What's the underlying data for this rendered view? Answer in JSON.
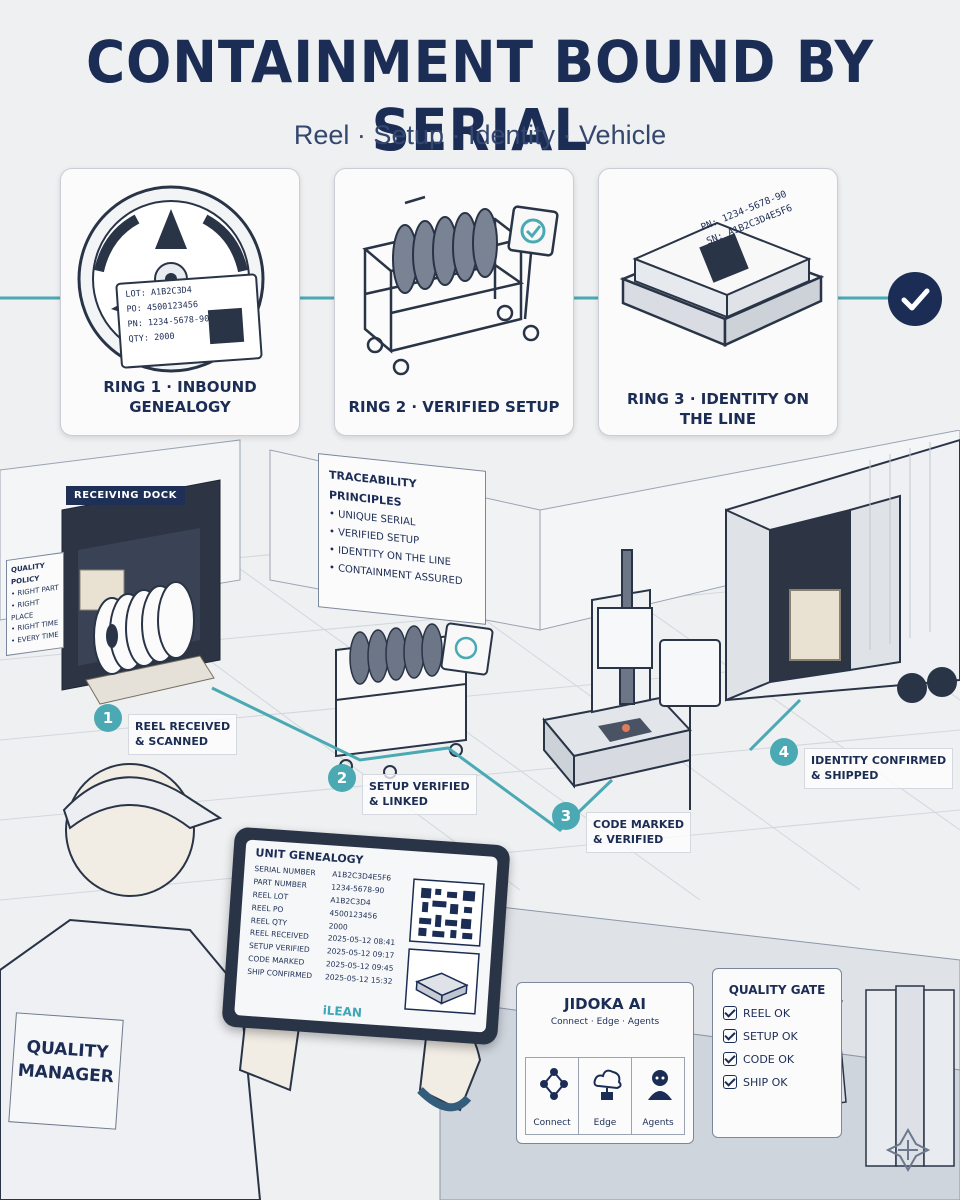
{
  "header": {
    "title": "CONTAINMENT BOUND BY SERIAL",
    "subtitle": "Reel · Setup · Identity · Vehicle"
  },
  "rings": [
    {
      "label": "RING 1 · INBOUND GENEALOGY"
    },
    {
      "label": "RING 2 · VERIFIED SETUP"
    },
    {
      "label": "RING 3 · IDENTITY ON THE LINE"
    }
  ],
  "reel_tag": {
    "lot": "LOT: A1B2C3D4",
    "po": "PO: 4500123456",
    "pn": "PN: 1234-5678-90",
    "qty": "QTY: 2000"
  },
  "module_marking": {
    "pn": "PN: 1234-5678-90",
    "sn": "SN: A1B2C3D4E5F6"
  },
  "scene": {
    "dock_sign": "RECEIVING DOCK",
    "quality_policy": {
      "title": "QUALITY POLICY",
      "items": [
        "• RIGHT PART",
        "• RIGHT PLACE",
        "• RIGHT TIME",
        "• EVERY TIME"
      ]
    },
    "principles": {
      "title": "TRACEABILITY PRINCIPLES",
      "items": [
        "• UNIQUE SERIAL",
        "• VERIFIED SETUP",
        "• IDENTITY ON THE LINE",
        "• CONTAINMENT ASSURED"
      ]
    }
  },
  "steps": [
    {
      "num": "1",
      "line1": "REEL RECEIVED",
      "line2": "& SCANNED"
    },
    {
      "num": "2",
      "line1": "SETUP VERIFIED",
      "line2": "& LINKED"
    },
    {
      "num": "3",
      "line1": "CODE MARKED",
      "line2": "& VERIFIED"
    },
    {
      "num": "4",
      "line1": "IDENTITY CONFIRMED",
      "line2": "& SHIPPED"
    }
  ],
  "tablet": {
    "title": "UNIT GENEALOGY",
    "rows": [
      {
        "k": "SERIAL NUMBER",
        "v": "A1B2C3D4E5F6"
      },
      {
        "k": "PART NUMBER",
        "v": "1234-5678-90"
      },
      {
        "k": "REEL LOT",
        "v": "A1B2C3D4"
      },
      {
        "k": "REEL PO",
        "v": "4500123456"
      },
      {
        "k": "REEL QTY",
        "v": "2000"
      },
      {
        "k": "REEL RECEIVED",
        "v": "2025-05-12 08:41"
      },
      {
        "k": "SETUP VERIFIED",
        "v": "2025-05-12 09:17"
      },
      {
        "k": "CODE MARKED",
        "v": "2025-05-12 09:45"
      },
      {
        "k": "SHIP CONFIRMED",
        "v": "2025-05-12 15:32"
      }
    ],
    "brand": "iLEAN"
  },
  "jidoka": {
    "title": "JIDOKA AI",
    "subtitle": "Connect · Edge · Agents",
    "cols": [
      "Connect",
      "Edge",
      "Agents"
    ]
  },
  "quality_gate": {
    "title": "QUALITY GATE",
    "items": [
      "REEL OK",
      "SETUP OK",
      "CODE OK",
      "SHIP OK"
    ]
  },
  "person": {
    "badge_line1": "QUALITY",
    "badge_line2": "MANAGER"
  },
  "colors": {
    "navy": "#1c2d55",
    "teal": "#4aa9b3",
    "background": "#eef0f2"
  }
}
